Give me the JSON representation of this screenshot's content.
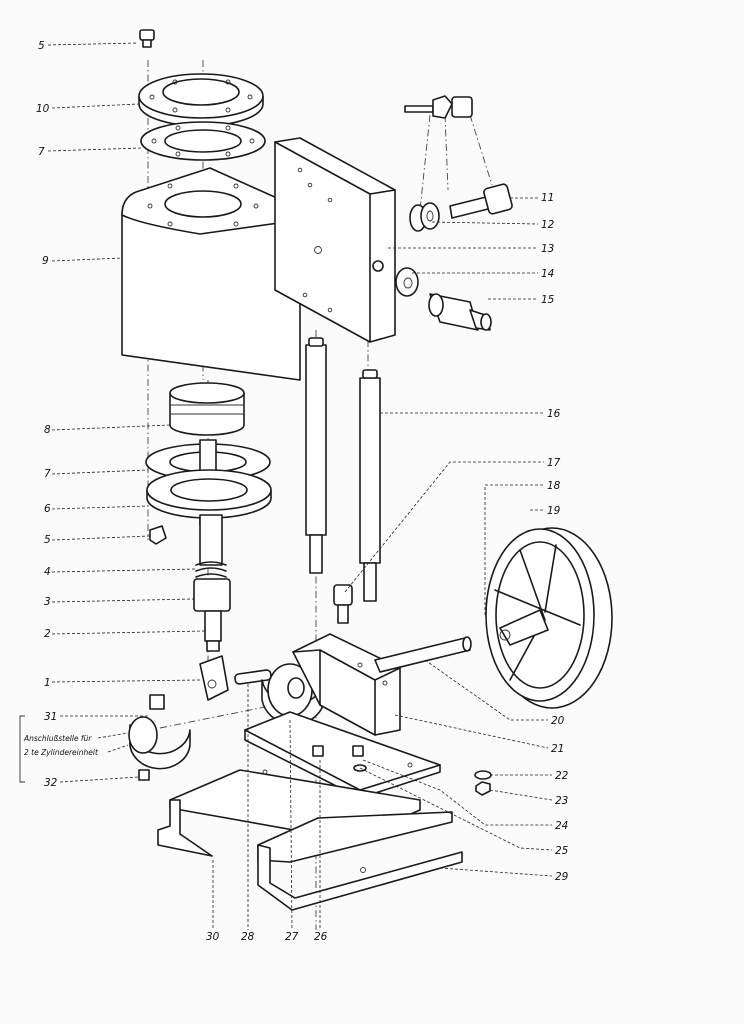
{
  "callouts": {
    "c5a": "5",
    "c10": "10",
    "c7a": "7",
    "c9": "9",
    "c8": "8",
    "c7b": "7",
    "c6": "6",
    "c5b": "5",
    "c4": "4",
    "c3": "3",
    "c2": "2",
    "c1": "1",
    "c31": "31",
    "c32": "32",
    "c11": "11",
    "c12": "12",
    "c13": "13",
    "c14": "14",
    "c15": "15",
    "c16": "16",
    "c17": "17",
    "c18": "18",
    "c19": "19",
    "c20": "20",
    "c21": "21",
    "c22": "22",
    "c23": "23",
    "c24": "24",
    "c25": "25",
    "c29": "29",
    "c30": "30",
    "c28": "28",
    "c27": "27",
    "c26": "26"
  },
  "note": {
    "line1": "Anschlußstelle für",
    "line2": "2 te Zylindereinheit"
  }
}
